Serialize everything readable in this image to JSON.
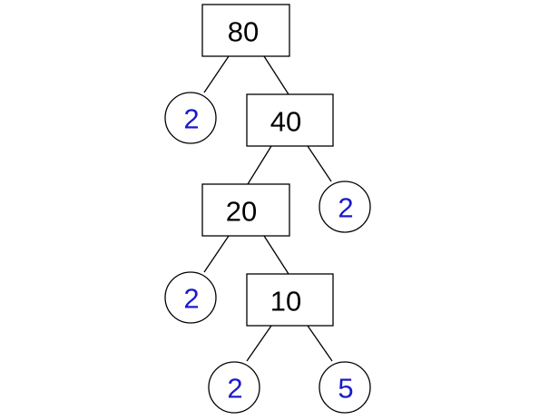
{
  "tree": {
    "composites": {
      "root": "80",
      "level1": "40",
      "level2": "20",
      "level3": "10"
    },
    "primes": {
      "root_left": "2",
      "level1_right": "2",
      "level2_left": "2",
      "level3_left": "2",
      "level3_right": "5"
    }
  },
  "colors": {
    "composite_text": "#000000",
    "prime_text": "#1a1acc",
    "outline": "#000000",
    "background": "#ffffff"
  }
}
